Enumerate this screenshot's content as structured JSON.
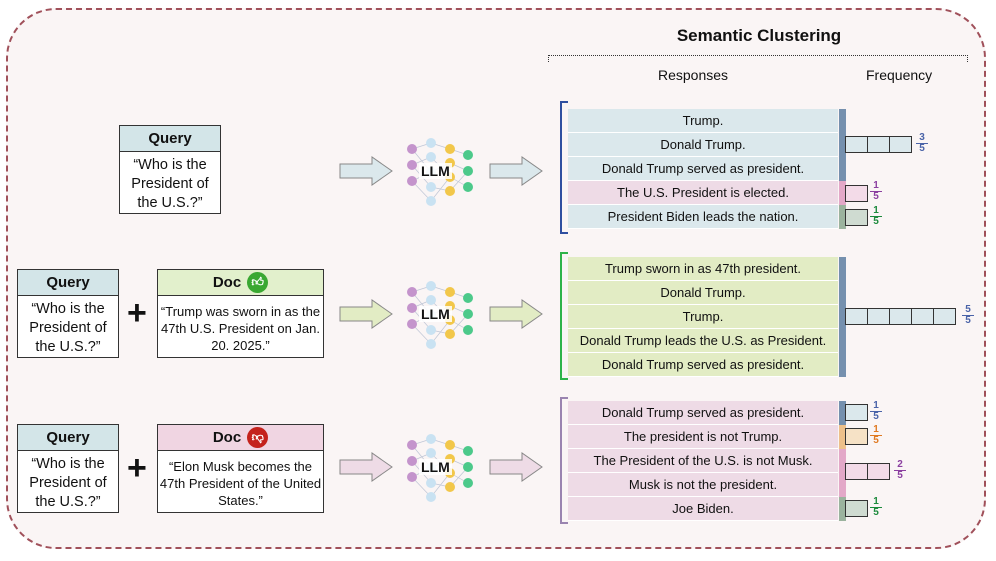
{
  "title": "Semantic Clustering",
  "columns": {
    "responses": "Responses",
    "frequency": "Frequency"
  },
  "model_label": "LLM",
  "colors": {
    "blue": "#4a63a8",
    "purple": "#8b3fa0",
    "green_freq": "#1c8a3c",
    "orange": "#e07a22",
    "row1_resp": "#dbe8ec",
    "row2_resp": "#e2ecc4",
    "row3_resp": "#eedbe6",
    "doc_good_hdr": "#e2f0cc",
    "doc_bad_hdr": "#f0d5e2",
    "query_hdr": "#d3e5e8",
    "thumb_up": "#3aa832",
    "thumb_down": "#c4221c",
    "bracket1": "#2f4fa0",
    "bracket2": "#2eb34a",
    "bracket3": "#9a84b0",
    "sep_blue": "#7590ae",
    "sep_pink": "#e3a8c8",
    "sep_green": "#9bb39e",
    "sep_orange": "#edc08a"
  },
  "row1": {
    "query": {
      "header": "Query",
      "text": "“Who is the President of the U.S.?”"
    },
    "responses": [
      "Trump.",
      "Donald Trump.",
      "Donald Trump served as president.",
      "The U.S. President is elected.",
      "President Biden leads the nation."
    ],
    "clusters": [
      {
        "numerator": "3",
        "denominator": "5",
        "color": "#4a63a8",
        "count": 3,
        "fill": "#dbe8ec"
      },
      {
        "numerator": "1",
        "denominator": "5",
        "color": "#8b3fa0",
        "count": 1,
        "fill": "#f3dbe8"
      },
      {
        "numerator": "1",
        "denominator": "5",
        "color": "#1c8a3c",
        "count": 1,
        "fill": "#cfdbd1"
      }
    ]
  },
  "row2": {
    "query": {
      "header": "Query",
      "text": "“Who is the President of the U.S.?”"
    },
    "doc": {
      "header": "Doc",
      "text": "“Trump was sworn in as the 47th U.S. President on Jan. 20. 2025.”",
      "thumb_icon": "thumbs-up-icon"
    },
    "plus": "+",
    "responses": [
      "Trump sworn in as 47th president.",
      "Donald Trump.",
      "Trump.",
      "Donald Trump leads the U.S. as President.",
      "Donald Trump served as president."
    ],
    "clusters": [
      {
        "numerator": "5",
        "denominator": "5",
        "color": "#4a63a8",
        "count": 5,
        "fill": "#dbe8ec"
      }
    ]
  },
  "row3": {
    "query": {
      "header": "Query",
      "text": "“Who is the President of the U.S.?”"
    },
    "doc": {
      "header": "Doc",
      "text": "“Elon Musk becomes the 47th President of the United States.”",
      "thumb_icon": "thumbs-down-icon"
    },
    "plus": "+",
    "responses": [
      "Donald Trump served as president.",
      "The president is not Trump.",
      "The President of the U.S. is not Musk.",
      "Musk is not the president.",
      "Joe Biden."
    ],
    "clusters": [
      {
        "numerator": "1",
        "denominator": "5",
        "color": "#4a63a8",
        "count": 1,
        "fill": "#dbe8ec"
      },
      {
        "numerator": "1",
        "denominator": "5",
        "color": "#e07a22",
        "count": 1,
        "fill": "#f6e2c6"
      },
      {
        "numerator": "2",
        "denominator": "5",
        "color": "#8b3fa0",
        "count": 2,
        "fill": "#f3dbe8"
      },
      {
        "numerator": "1",
        "denominator": "5",
        "color": "#1c8a3c",
        "count": 1,
        "fill": "#cfdbd1"
      }
    ]
  }
}
